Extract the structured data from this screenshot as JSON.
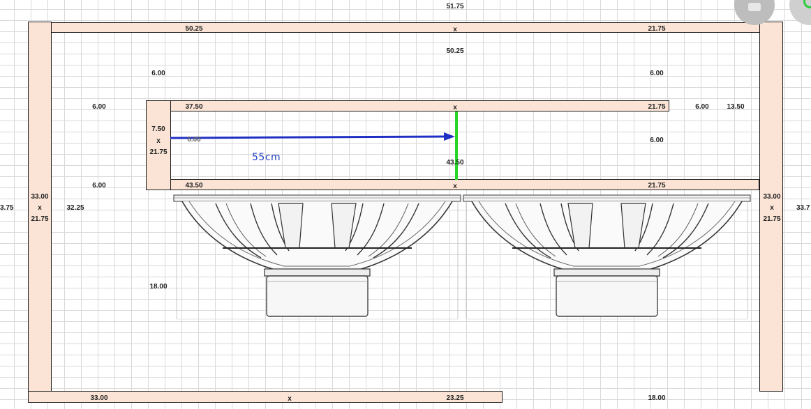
{
  "dimensions": {
    "top_total": "51.75",
    "top_board_length": "50.25",
    "top_board_x": "x",
    "top_board_width": "21.75",
    "inner_span": "50.25",
    "gap_left": "6.00",
    "gap_right": "6.00",
    "left_gap_mid": "6.00",
    "shelf_top_length": "37.50",
    "shelf_top_x": "x",
    "shelf_top_width": "21.75",
    "right_gap_a": "6.00",
    "right_gap_b": "13.50",
    "port_height": "7.50",
    "port_x": "x",
    "port_width": "21.75",
    "port_inner_obscured": "6.00",
    "port_right_gap": "6.00",
    "port_depth": "43.50",
    "left_gap_low": "6.00",
    "shelf_bottom_length": "43.50",
    "shelf_bottom_x": "x",
    "shelf_bottom_width": "21.75",
    "left_wall_height": "33.00",
    "left_wall_x": "x",
    "left_wall_width": "21.75",
    "left_inner_height": "32.25",
    "left_outer_cut": "3.75",
    "speaker_chamber_height": "18.00",
    "right_wall_height": "33.00",
    "right_wall_x": "x",
    "right_wall_width": "21.75",
    "right_outer_cut": "33.7",
    "bottom_board_a": "33.00",
    "bottom_board_x": "x",
    "bottom_board_b": "23.25",
    "bottom_right": "18.00"
  },
  "annotation": {
    "label": "55cm",
    "arrow_color": "#1f2fc4",
    "marker_color": "#27d627"
  },
  "colors": {
    "board_fill": "#fbe4d5",
    "outline": "#1a1a1a",
    "grid": "#d9d9d9"
  },
  "icons": [
    "camera-badge-icon",
    "green-badge-icon"
  ]
}
